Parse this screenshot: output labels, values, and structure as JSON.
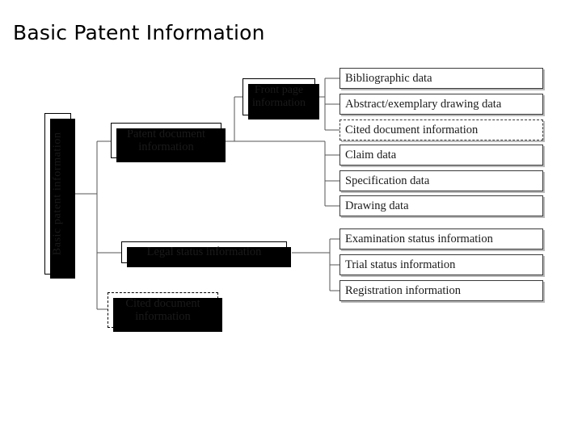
{
  "slide": {
    "title": "Basic Patent Information",
    "background_color": "#ffffff",
    "text_color": "#000000"
  },
  "diagram": {
    "type": "tree",
    "orientation": "left-to-right",
    "root": {
      "label": "Basic patent information",
      "orientation": "vertical-text",
      "border_style": "solid",
      "shadow": "hard-black"
    },
    "branches": [
      {
        "label": "Patent document information",
        "border_style": "solid",
        "shadow": "hard-black",
        "children": [
          {
            "label": "Front page information",
            "border_style": "solid",
            "shadow": "hard-black",
            "leaves": [
              {
                "label": "Bibliographic data",
                "border_style": "solid"
              },
              {
                "label": "Abstract/exemplary drawing data",
                "border_style": "solid"
              },
              {
                "label": "Cited document information",
                "border_style": "dashed"
              }
            ]
          }
        ],
        "leaves": [
          {
            "label": "Claim data",
            "border_style": "solid"
          },
          {
            "label": "Specification data",
            "border_style": "solid"
          },
          {
            "label": "Drawing data",
            "border_style": "solid"
          }
        ]
      },
      {
        "label": "Legal status information",
        "border_style": "solid",
        "shadow": "hard-black",
        "leaves": [
          {
            "label": "Examination status information",
            "border_style": "solid"
          },
          {
            "label": "Trial status information",
            "border_style": "solid"
          },
          {
            "label": "Registration information",
            "border_style": "solid"
          }
        ]
      },
      {
        "label": "Cited document information",
        "border_style": "dashed",
        "shadow": "hard-black",
        "leaves": []
      }
    ],
    "connector_color": "#555555"
  },
  "nodes": {
    "root": {
      "line1": "Basic patent information"
    },
    "patent_document": {
      "line1": "Patent document",
      "line2": "information"
    },
    "front_page": {
      "line1": "Front page",
      "line2": "information"
    },
    "legal_status": {
      "line1": "Legal status information"
    },
    "cited_document_left": {
      "line1": "Cited document",
      "line2": "information"
    }
  },
  "leaves": {
    "front_page_group": [
      {
        "label": "Bibliographic data"
      },
      {
        "label": "Abstract/exemplary drawing data"
      },
      {
        "label": "Cited document information"
      }
    ],
    "patent_document_group": [
      {
        "label": "Claim data"
      },
      {
        "label": "Specification data"
      },
      {
        "label": "Drawing data"
      }
    ],
    "legal_status_group": [
      {
        "label": "Examination status information"
      },
      {
        "label": "Trial status information"
      },
      {
        "label": "Registration information"
      }
    ]
  }
}
